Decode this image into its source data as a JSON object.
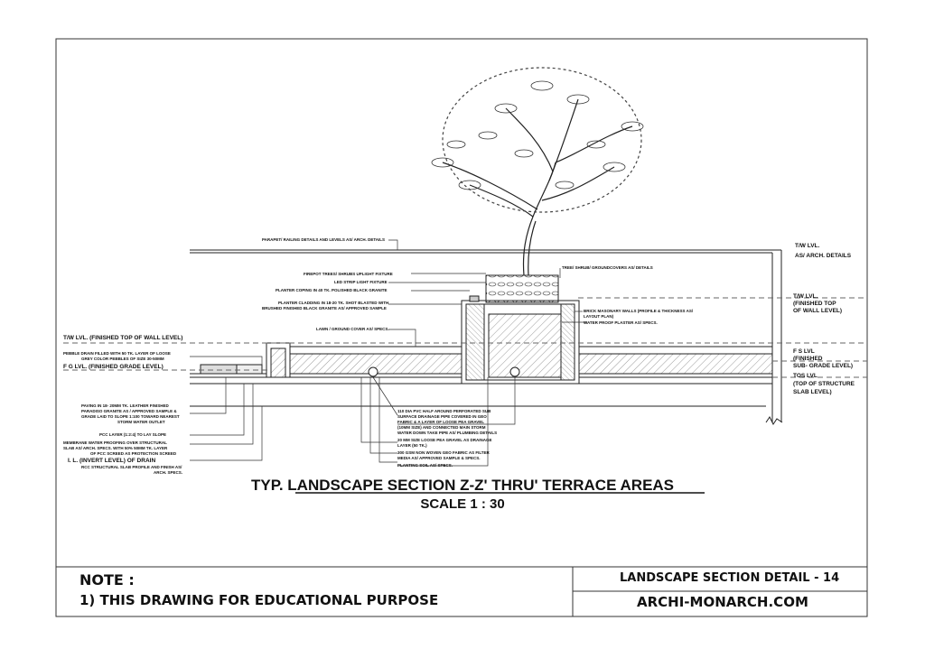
{
  "labels": {
    "parapet": "PARAPET/ RAILING DETAILS AND LEVELS AS/ ARCH. DETAILS",
    "tw_right_1": "T/W LVL.",
    "tw_right_2": "AS/ ARCH. DETAILS",
    "tree": "TREE/ SHRUB/ GROUNDCOVERS AS/ DETAILS",
    "firepot": "FIREPOT TREES/ SHRUBS UPLIGHT FIXTURE",
    "led": "LED STRIP LIGHT FIXTURE",
    "coping": "PLANTER COPING IN 40 TK. POLISHED BLACK GRANITE",
    "cladding_1": "PLANTER CLADDING IN 18-20 TK. SHOT BLASTED WITH",
    "cladding_2": "BRUSHED FINISHED BLACK GRANITE AS/ APPROVED SAMPLE",
    "tw_fin_1": "T/W LVL.",
    "tw_fin_2": "(FINISHED TOP",
    "tw_fin_3": "OF WALL LEVEL)",
    "brick_1": "BRICK MASONARY WALLS (PROFILE & THICKNESS AS/",
    "brick_2": "LAYOUT PLAN)",
    "waterproof_planter": "WATER PROOF PLASTER AS/ SPECS.",
    "lawn": "LAWN / GROUND COVER AS/ SPECS.",
    "tw_left": "T/W LVL. (FINISHED TOP OF WALL LEVEL)",
    "pebble_1": "PEBBLE DRAIN FILLED WITH 50 TK. LAYER OF LOOSE",
    "pebble_2": "GREY COLOR PEBBLES OF SIZE 30-50MM",
    "fg": "F G LVL. (FINISHED GRADE LEVEL)",
    "fs_1": "F S LVL",
    "fs_2": "(FINISHED",
    "fs_3": "SUB- GRADE LEVEL)",
    "tos_1": "TOS LVL",
    "tos_2": "(TOP OF STRUCTURE",
    "tos_3": "SLAB LEVEL)",
    "paving_1": "PAVING IN 18- 20MM TK. LEATHER FINISHED",
    "paving_2": "PARADISO GRANITE AS / APPROVED SAMPLE &",
    "paving_3": "GRADE LAID TO SLOPE 1:100 TOWARD NEAREST",
    "paving_4": "STORM WATER OUTLET",
    "pipe_1": "110 DIA PVC HALF AROUND PERFORATED SUB",
    "pipe_2": "SURFACE DRAINAGE PIPE COVERED IN GEO",
    "pipe_3": "FABRIC & A LAYER OF LOOSE PEA GRAVEL",
    "pipe_4": "(10MM SIZE) AND CONNECTED MAIN STORM",
    "pipe_5": "WATER DOWN TAKE PIPE AS/ PLUMBING DETAILS",
    "pcc": "PCC LAYER (1:2:4) TO LAY SLOPE",
    "membrane_1": "MEMBRANE WATER PROOFING OVER STRUCTURAL",
    "membrane_2": "SLAB AS/ ARCH. SPECS. WITH 50% 50MM TK. LAYER",
    "membrane_3": "OF PCC SCREED AS PROTECTION SCREED",
    "gravel_1": "20 MM SIZE LOOSE PEA GRAVEL AS DRAINAGE",
    "gravel_2": "LAYER (50 TK.)",
    "il": "I. L. (INVERT LEVEL) OF DRAIN",
    "geo_1": "300 GSM NON WOVEN GEO FABRIC AS FILTER",
    "geo_2": "MEDIA AS/ APPROVED SAMPLE & SPECS.",
    "rcc_1": "RCC STRUCTURAL SLAB PROFILE AND FINISH AS/",
    "rcc_2": "ARCH. SPECS.",
    "planting_soil": "PLANTING SOIL AS/ SPECS."
  },
  "title": {
    "main": "TYP. LANDSCAPE SECTION  Z-Z'  THRU' TERRACE AREAS",
    "scale": "SCALE 1  :  30"
  },
  "title_block": {
    "note_heading": "NOTE :",
    "note_text": "1) THIS DRAWING FOR EDUCATIONAL PURPOSE",
    "sheet_title": "LANDSCAPE SECTION DETAIL - 14",
    "website": "ARCHI-MONARCH.COM"
  }
}
